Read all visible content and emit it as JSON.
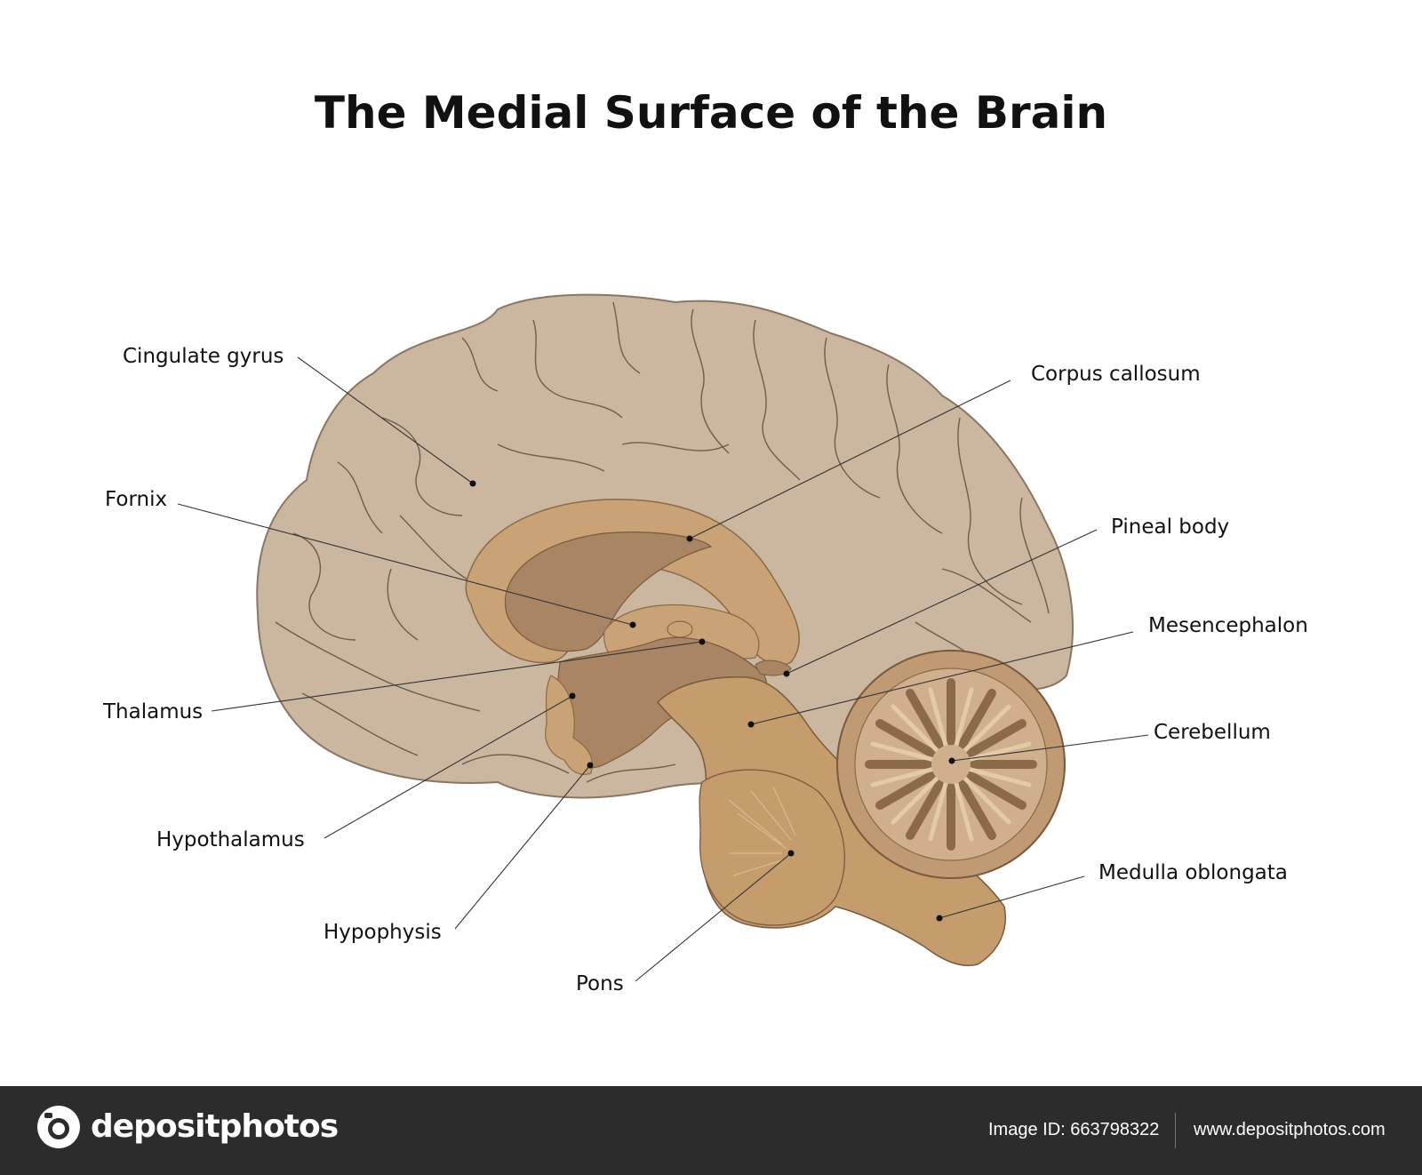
{
  "title": "The Medial Surface of the Brain",
  "labels": {
    "cingulate_gyrus": "Cingulate gyrus",
    "fornix": "Fornix",
    "thalamus": "Thalamus",
    "hypothalamus": "Hypothalamus",
    "hypophysis": "Hypophysis",
    "pons": "Pons",
    "corpus_callosum": "Corpus callosum",
    "pineal_body": "Pineal body",
    "mesencephalon": "Mesencephalon",
    "cerebellum": "Cerebellum",
    "medulla_oblongata": "Medulla oblongata"
  },
  "footer": {
    "brand": "depositphotos",
    "image_id": "Image ID: 663798322",
    "site": "www.depositphotos.com"
  },
  "colors": {
    "cortex": "#cbb6a0",
    "corpus_callosum": "#c9a275",
    "ventricle": "#a98563",
    "brainstem": "#c59c6c",
    "cerebellum": "#bf9a73",
    "footer_bg": "#2c2c2c"
  }
}
